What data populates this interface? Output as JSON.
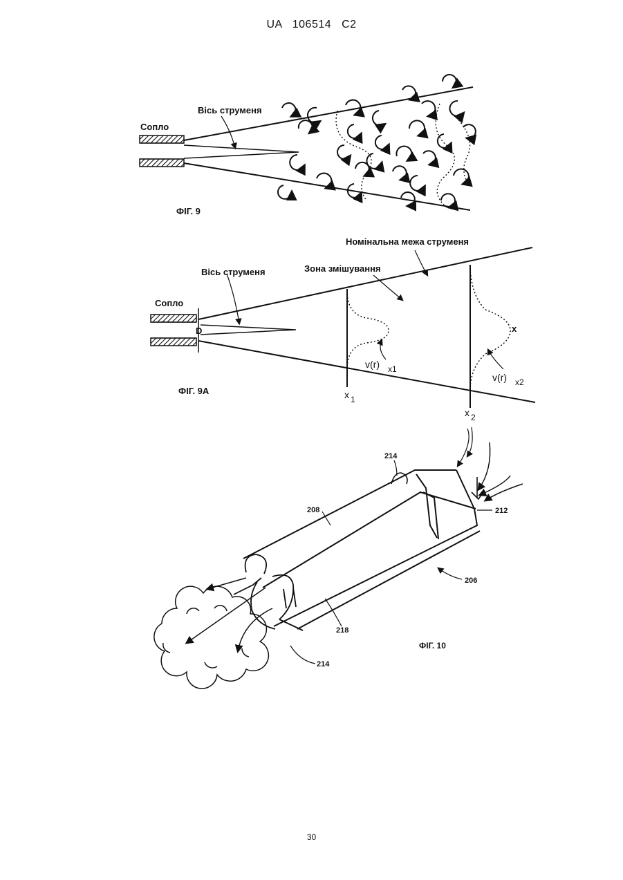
{
  "header": {
    "patent_number": "UA   106514   C2"
  },
  "page_number": "30",
  "fig9": {
    "caption": "ФІГ. 9",
    "nozzle_label": "Сопло",
    "axis_label": "Вісь струменя"
  },
  "fig9a": {
    "caption": "ФІГ. 9А",
    "nozzle_label": "Сопло",
    "axis_label": "Вісь струменя",
    "boundary_label": "Номінальна межа струменя",
    "mixing_zone_label": "Зона змішування",
    "diameter_label": "D",
    "x_label": "x",
    "x1": {
      "base": "x",
      "sub": "1"
    },
    "x2": {
      "base": "x",
      "sub": "2"
    },
    "profile1": {
      "base": "v(r)",
      "sub": "x1"
    },
    "profile2": {
      "base": "v(r)",
      "sub": "x2"
    }
  },
  "fig10": {
    "caption": "ФІГ. 10",
    "ref_214_top": "214",
    "ref_208": "208",
    "ref_212": "212",
    "ref_206": "206",
    "ref_218": "218",
    "ref_214_bottom": "214"
  }
}
